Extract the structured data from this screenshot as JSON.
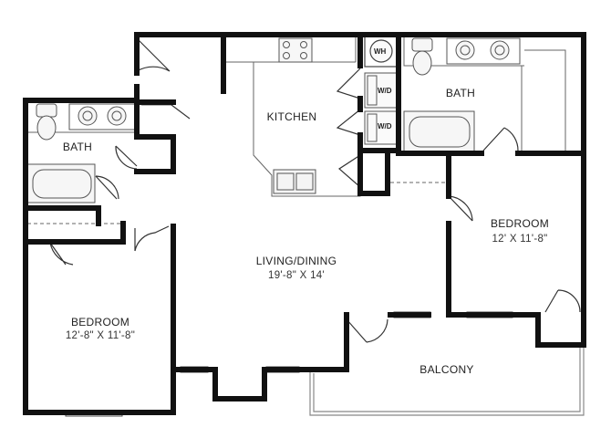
{
  "rooms": {
    "kitchen": {
      "name": "KITCHEN"
    },
    "bath_left": {
      "name": "BATH"
    },
    "bath_right": {
      "name": "BATH"
    },
    "bedroom_right": {
      "name": "BEDROOM",
      "dimensions": "12' X 11'-8\""
    },
    "living_dining": {
      "name": "LIVING/DINING",
      "dimensions": "19'-8\" X 14'"
    },
    "bedroom_left": {
      "name": "BEDROOM",
      "dimensions": "12'-8\" X 11'-8\""
    },
    "balcony": {
      "name": "BALCONY"
    }
  },
  "appliances": {
    "water_heater": "WH",
    "washer_dryer_top": "W/D",
    "washer_dryer_bottom": "W/D"
  },
  "colors": {
    "wall": "#111111",
    "fixture_line": "#555555",
    "fixture_fill": "#f4f4f4",
    "background": "#ffffff"
  }
}
